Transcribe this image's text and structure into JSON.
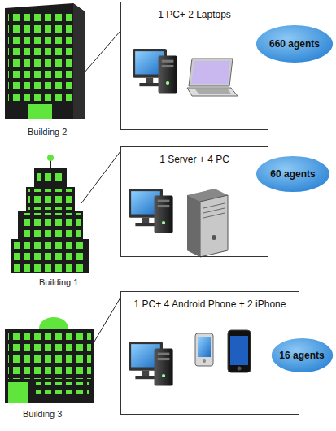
{
  "diagram": {
    "nodes": [
      {
        "text": [
          "1 PC+ 2 Laptops"
        ]
      },
      {
        "text": [
          "660 agents"
        ]
      },
      {
        "text": [
          "1 Server + 4 PC"
        ]
      },
      {
        "text": [
          "60 agents"
        ]
      },
      {
        "text": [
          "1 PC+ 4 Android Phone  + 2 iPhone"
        ]
      },
      {
        "text": [
          "16 agents"
        ]
      }
    ],
    "labels": [
      "Building 2",
      "Building 1",
      "Building 3"
    ]
  }
}
